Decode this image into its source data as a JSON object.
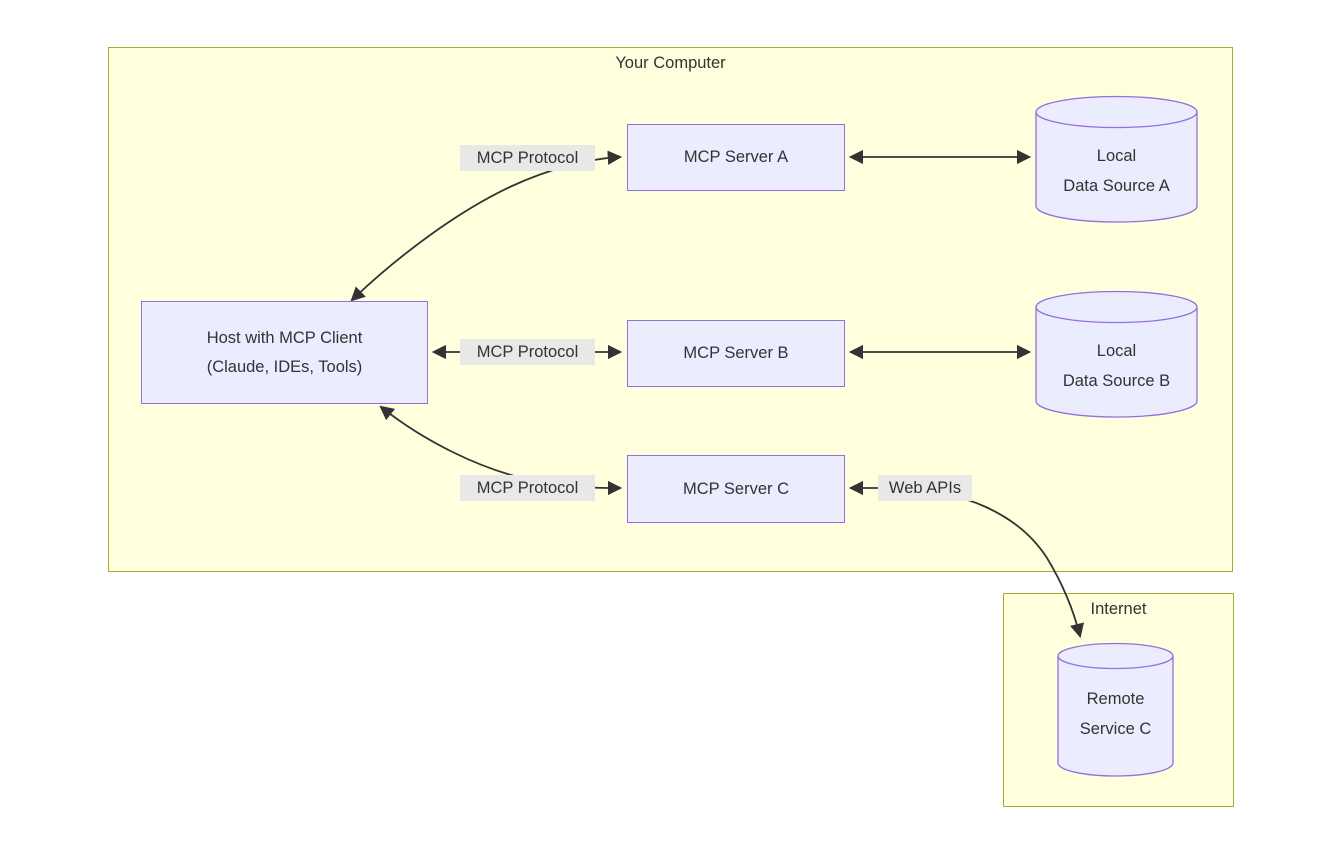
{
  "diagram": {
    "clusters": {
      "your_computer": {
        "label": "Your Computer"
      },
      "internet": {
        "label": "Internet"
      }
    },
    "nodes": {
      "host": {
        "line1": "Host with MCP Client",
        "line2": "(Claude, IDEs, Tools)",
        "shape": "rect"
      },
      "server_a": {
        "label": "MCP Server A",
        "shape": "rect"
      },
      "server_b": {
        "label": "MCP Server B",
        "shape": "rect"
      },
      "server_c": {
        "label": "MCP Server C",
        "shape": "rect"
      },
      "data_a": {
        "line1": "Local",
        "line2": "Data Source A",
        "shape": "cylinder"
      },
      "data_b": {
        "line1": "Local",
        "line2": "Data Source B",
        "shape": "cylinder"
      },
      "remote_c": {
        "line1": "Remote",
        "line2": "Service C",
        "shape": "cylinder"
      }
    },
    "edges": [
      {
        "from": "host",
        "to": "server_a",
        "label": "MCP Protocol",
        "bidirectional": true
      },
      {
        "from": "host",
        "to": "server_b",
        "label": "MCP Protocol",
        "bidirectional": true
      },
      {
        "from": "host",
        "to": "server_c",
        "label": "MCP Protocol",
        "bidirectional": true
      },
      {
        "from": "server_a",
        "to": "data_a",
        "label": "",
        "bidirectional": true
      },
      {
        "from": "server_b",
        "to": "data_b",
        "label": "",
        "bidirectional": true
      },
      {
        "from": "server_c",
        "to": "remote_c",
        "label": "Web APIs",
        "bidirectional": true
      }
    ],
    "colors": {
      "canvas_bg": "#ffffff",
      "cluster_fill": "#ffffde",
      "cluster_border": "#aaaa33",
      "node_fill": "#ececff",
      "node_border": "#9370db",
      "edge": "#333333",
      "edge_label_bg": "#e8e8e8",
      "text": "#333333"
    }
  }
}
